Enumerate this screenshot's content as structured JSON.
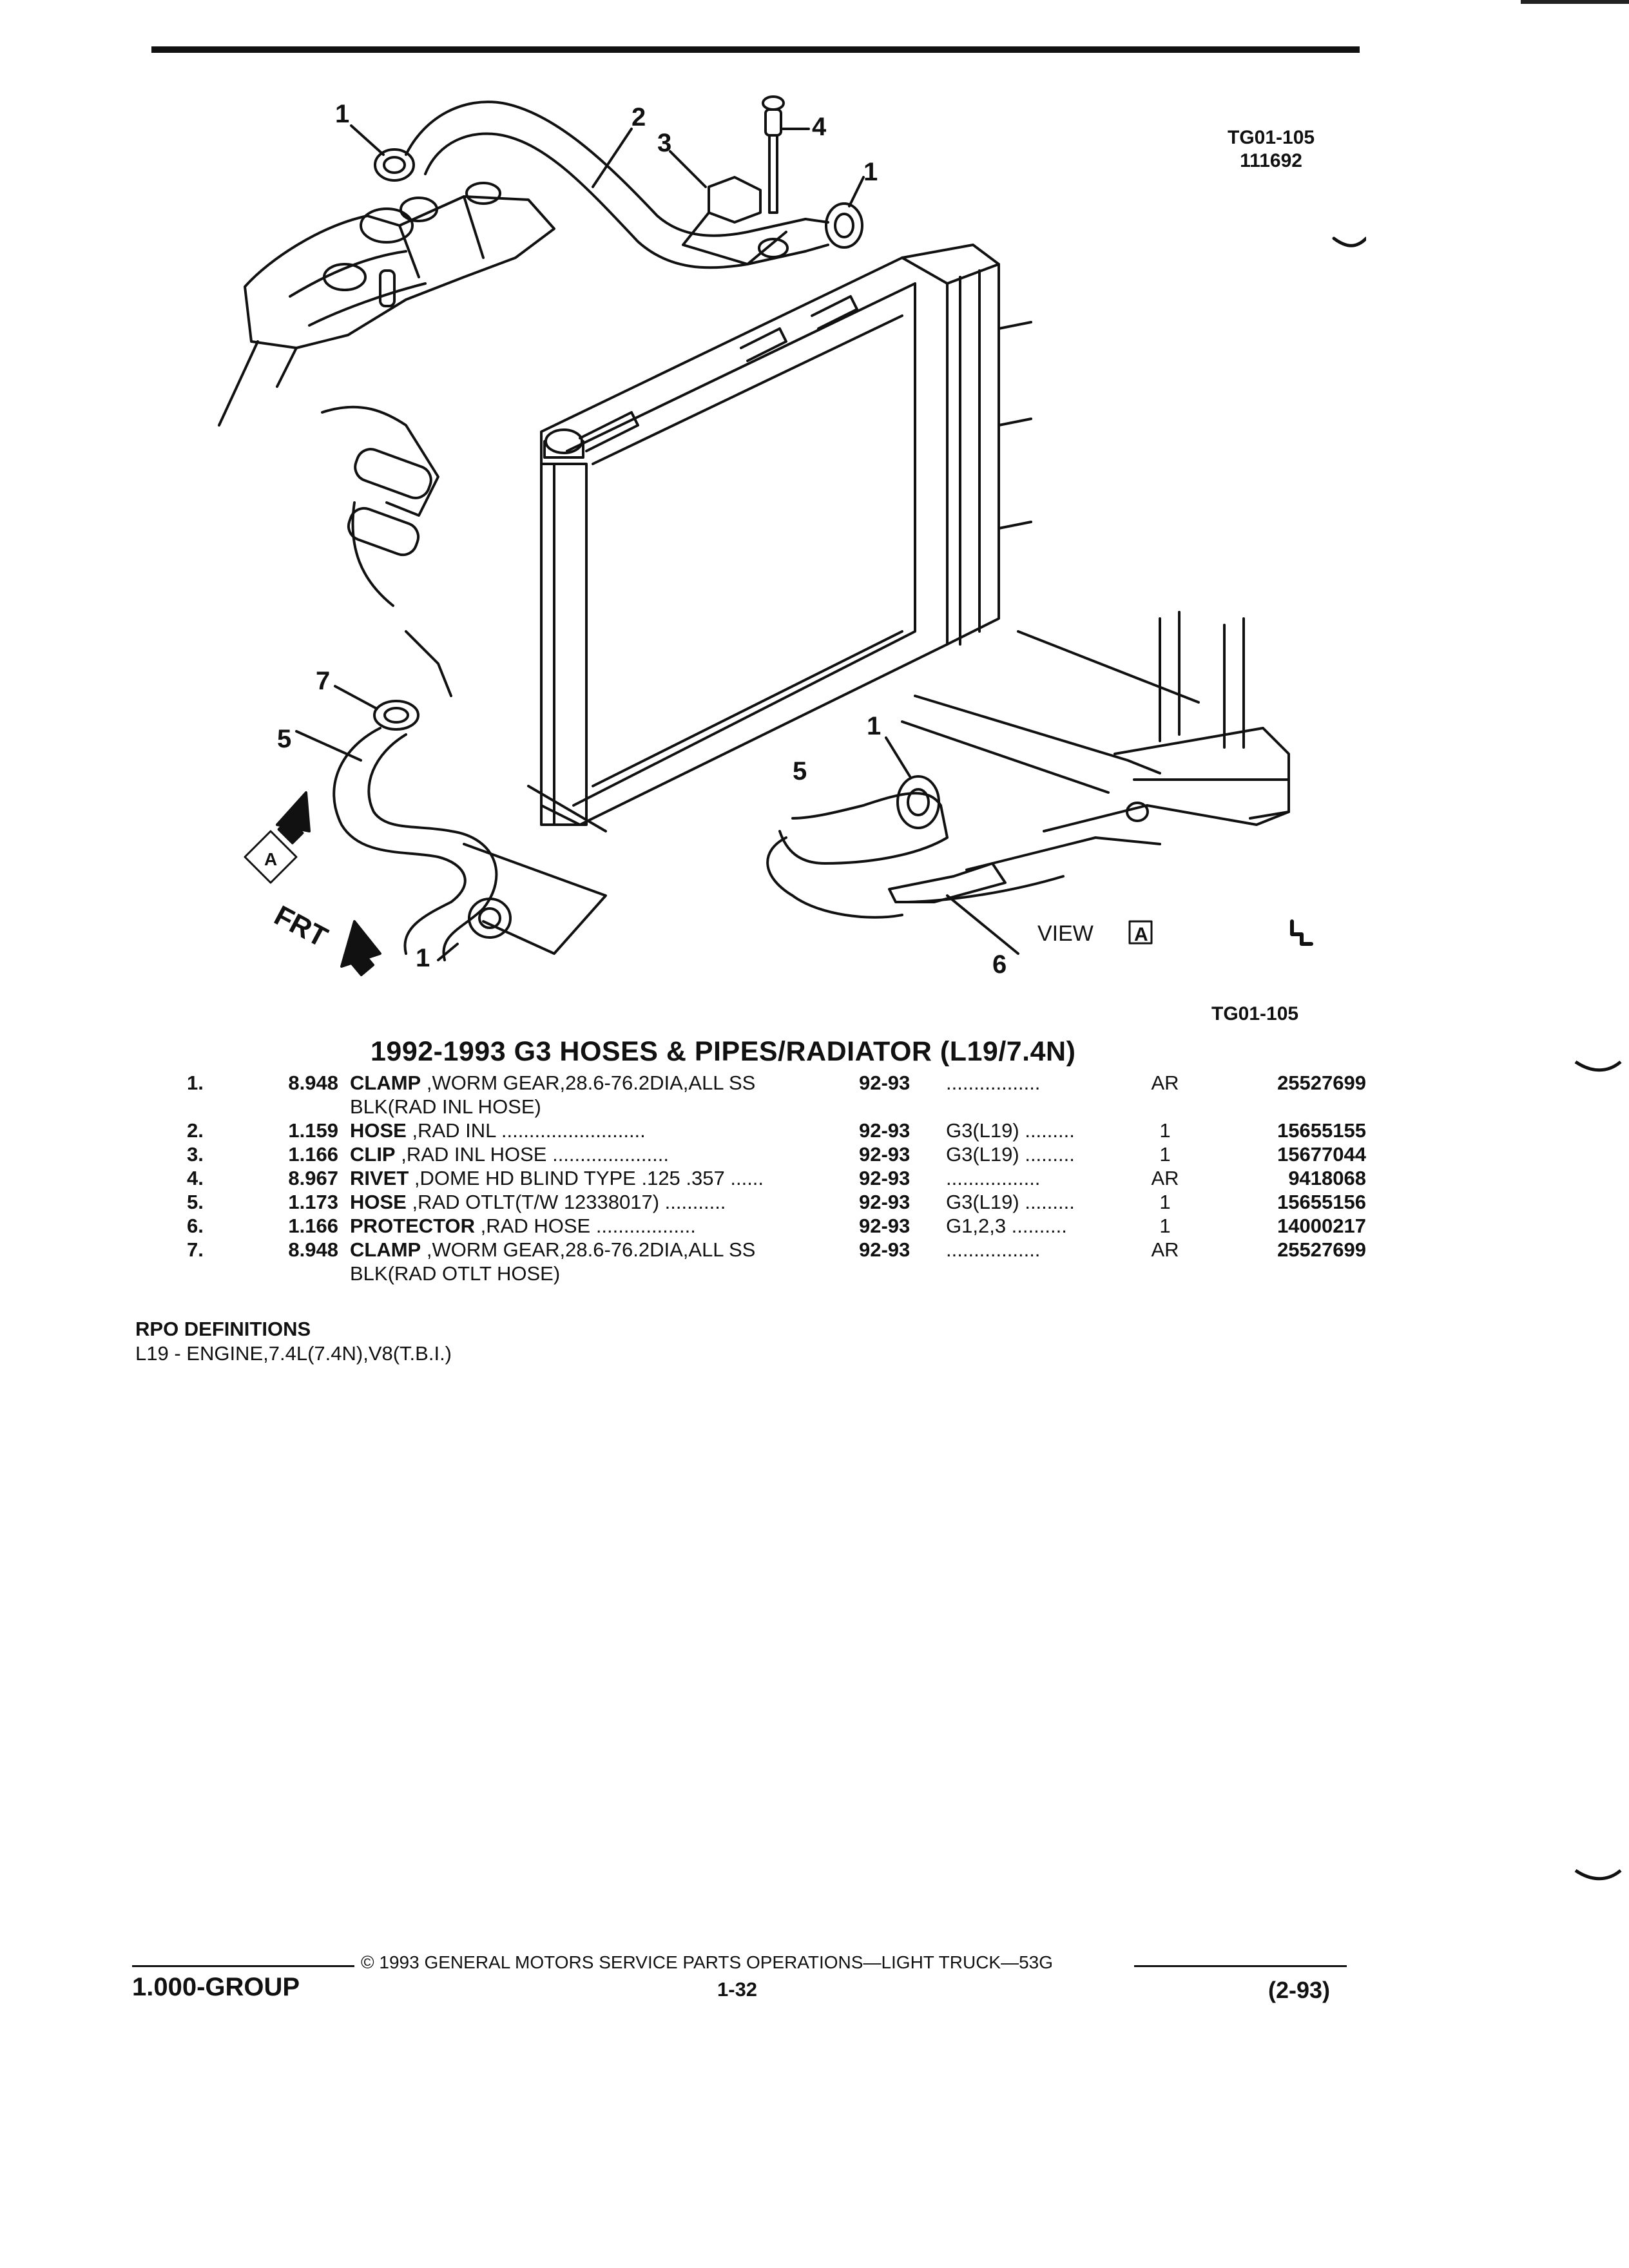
{
  "figure": {
    "id_top": "TG01-105",
    "id_sub": "111692",
    "id_bottom": "TG01-105",
    "callouts": [
      "1",
      "2",
      "3",
      "4",
      "1",
      "7",
      "5",
      "1",
      "1",
      "5",
      "6"
    ],
    "frt_label": "FRT",
    "view_label": "VIEW",
    "view_letter": "A",
    "arrow_letter": "A"
  },
  "title": "1992-1993 G3 HOSES & PIPES/RADIATOR (L19/7.4N)",
  "parts": [
    {
      "num": "1.",
      "group": "8.948",
      "name": "CLAMP",
      "detail": " ,WORM GEAR,28.6-76.2DIA,ALL SS",
      "sub": "BLK(RAD INL HOSE)",
      "years": "92-93",
      "usage": " .................",
      "qty": "AR",
      "part_no": "25527699"
    },
    {
      "num": "2.",
      "group": "1.159",
      "name": "HOSE",
      "detail": " ,RAD INL ..........................",
      "sub": "",
      "years": "92-93",
      "usage": "G3(L19) .........",
      "qty": "1",
      "part_no": "15655155"
    },
    {
      "num": "3.",
      "group": "1.166",
      "name": "CLIP",
      "detail": " ,RAD INL HOSE .....................",
      "sub": "",
      "years": "92-93",
      "usage": "G3(L19) .........",
      "qty": "1",
      "part_no": "15677044"
    },
    {
      "num": "4.",
      "group": "8.967",
      "name": "RIVET",
      "detail": " ,DOME HD BLIND TYPE .125 .357 ......",
      "sub": "",
      "years": "92-93",
      "usage": " .................",
      "qty": "AR",
      "part_no": "9418068"
    },
    {
      "num": "5.",
      "group": "1.173",
      "name": "HOSE",
      "detail": " ,RAD OTLT(T/W 12338017) ...........",
      "sub": "",
      "years": "92-93",
      "usage": "G3(L19) .........",
      "qty": "1",
      "part_no": "15655156"
    },
    {
      "num": "6.",
      "group": "1.166",
      "name": "PROTECTOR",
      "detail": " ,RAD HOSE ..................",
      "sub": "",
      "years": "92-93",
      "usage": "G1,2,3 ..........",
      "qty": "1",
      "part_no": "14000217"
    },
    {
      "num": "7.",
      "group": "8.948",
      "name": "CLAMP",
      "detail": " ,WORM GEAR,28.6-76.2DIA,ALL SS",
      "sub": "BLK(RAD OTLT HOSE)",
      "years": "92-93",
      "usage": " .................",
      "qty": "AR",
      "part_no": "25527699"
    }
  ],
  "rpo": {
    "heading": "RPO DEFINITIONS",
    "definition": "L19 - ENGINE,7.4L(7.4N),V8(T.B.I.)"
  },
  "footer": {
    "copyright": "© 1993  GENERAL MOTORS SERVICE PARTS OPERATIONS—LIGHT TRUCK—53G",
    "group": "1.000-GROUP",
    "page": "1-32",
    "date": "(2-93)"
  }
}
